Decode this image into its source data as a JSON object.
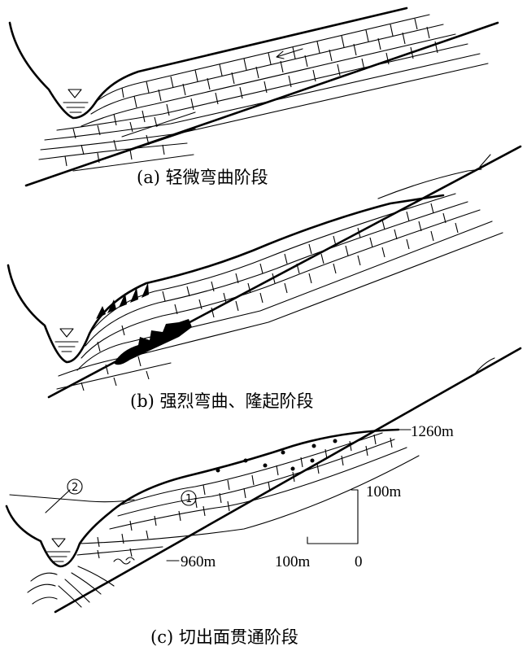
{
  "panels": [
    {
      "caption": "(a) 轻微弯曲阶段"
    },
    {
      "caption": "(b) 强烈弯曲、隆起阶段"
    },
    {
      "caption": "(c) 切出面贯通阶段"
    }
  ],
  "labels": {
    "elev_top": "1260m",
    "elev_bottom": "960m",
    "scale_vertical": "100m",
    "scale_horizontal": "100m",
    "scale_zero": "0",
    "marker_1": "1",
    "marker_2": "2"
  },
  "colors": {
    "line": "#000000",
    "background": "#ffffff"
  }
}
